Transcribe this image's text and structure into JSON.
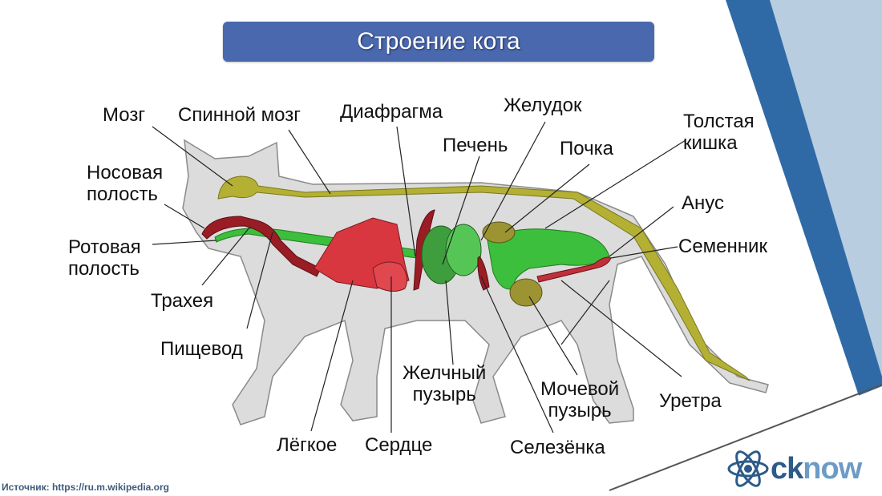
{
  "title": "Строение кота",
  "labels": {
    "brain": "Мозг",
    "spinal_cord": "Спинной мозг",
    "diaphragm": "Диафрагма",
    "stomach": "Желудок",
    "liver": "Печень",
    "kidney": "Почка",
    "large_intestine_1": "Толстая",
    "large_intestine_2": "кишка",
    "nasal_cavity_1": "Носовая",
    "nasal_cavity_2": "полость",
    "anus": "Анус",
    "oral_cavity_1": "Ротовая",
    "oral_cavity_2": "полость",
    "testis": "Семенник",
    "trachea": "Трахея",
    "esophagus": "Пищевод",
    "gallbladder_1": "Желчный",
    "gallbladder_2": "пузырь",
    "bladder_1": "Мочевой",
    "bladder_2": "пузырь",
    "urethra": "Уретра",
    "lung": "Лёгкое",
    "heart": "Сердце",
    "spleen": "Селезёнка"
  },
  "source": "Источник: https://ru.m.wikipedia.org",
  "logo": {
    "part1": "ck",
    "part2": "now",
    "icon": "atom-icon"
  },
  "colors": {
    "title_bg": "#4a68ad",
    "body": "#dcdcdc",
    "nervous": "#b3b034",
    "respiratory_red": "#d9373f",
    "dark_red": "#9a1c25",
    "digestive_green": "#3cbf3c",
    "kidney_olive": "#9c9432",
    "stripe_dark_blue": "#2f6aa6",
    "stripe_light_blue": "#b8cde0"
  }
}
